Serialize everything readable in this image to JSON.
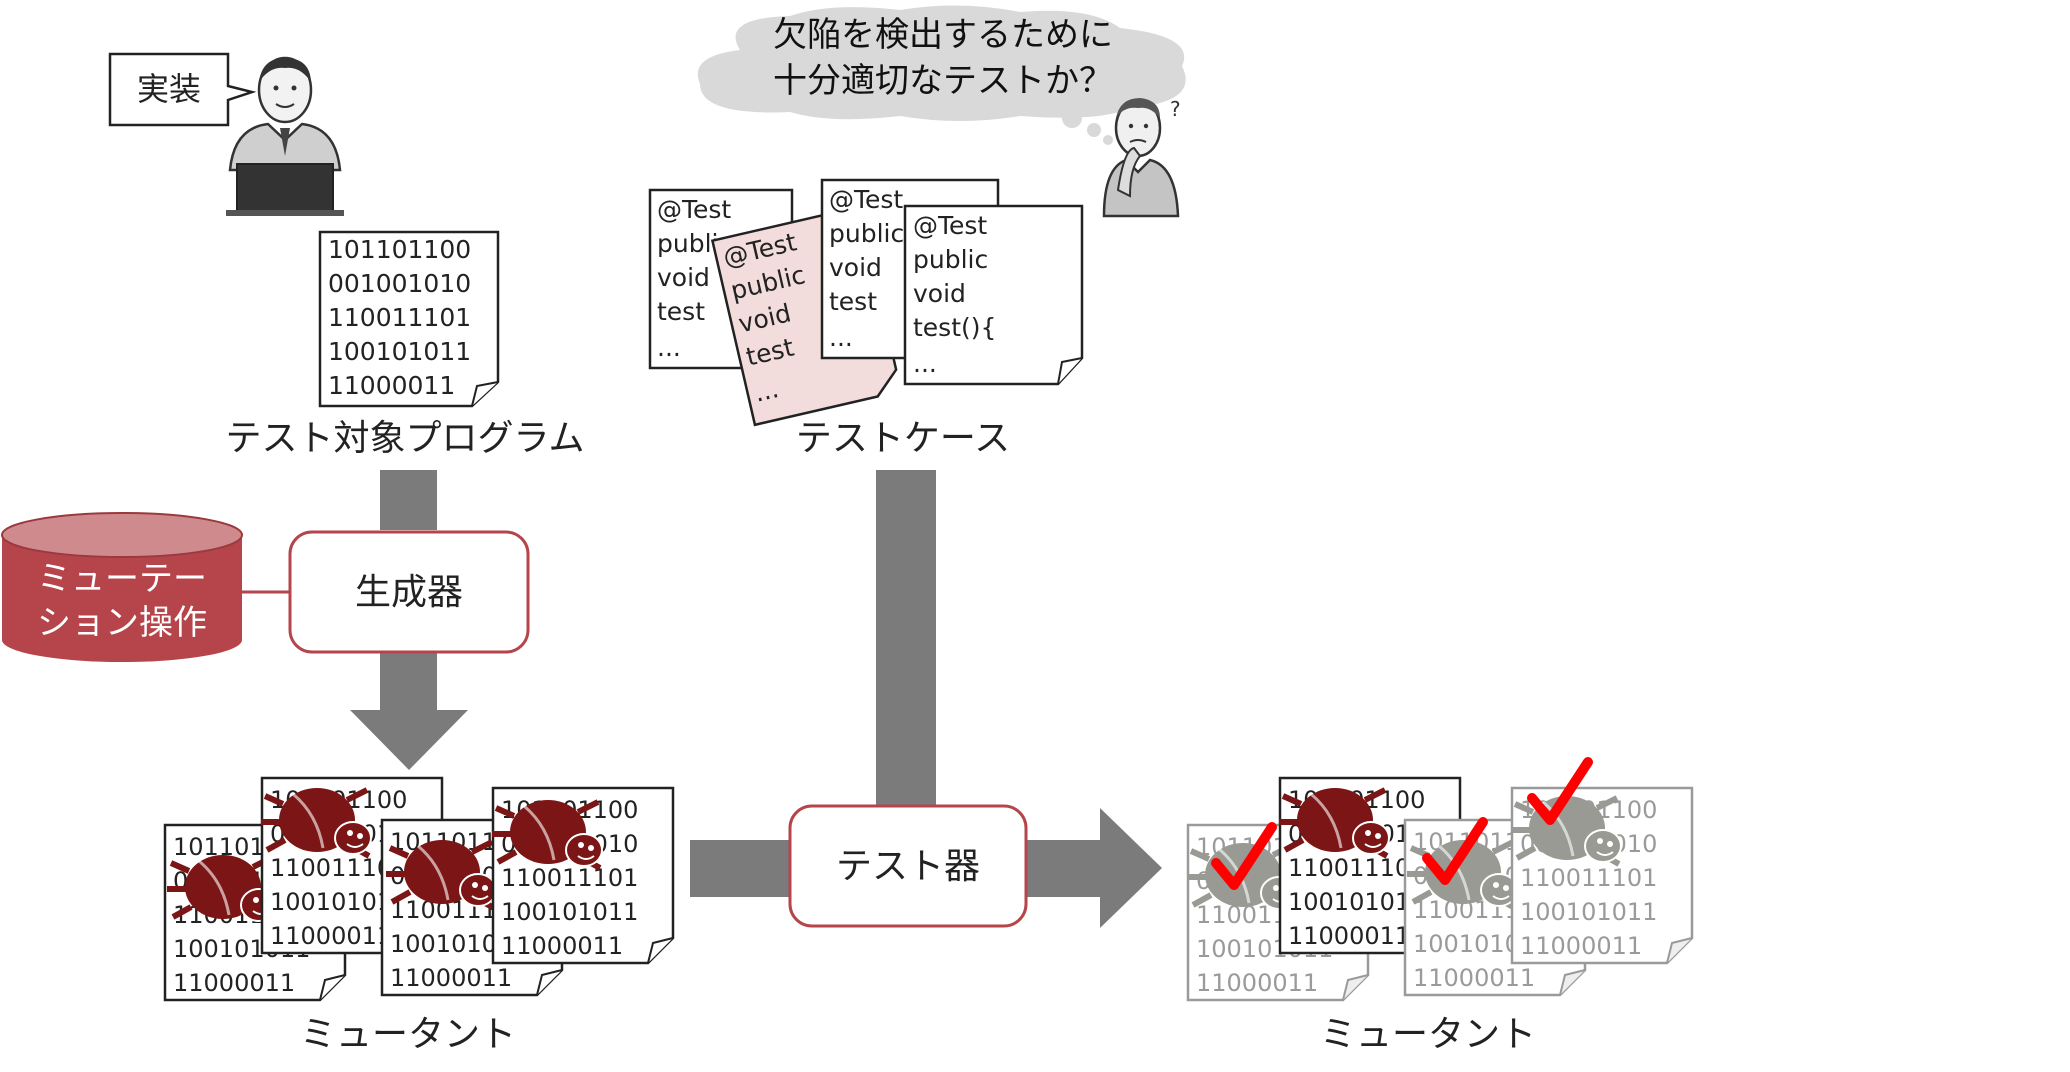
{
  "speech": {
    "implement": "実装"
  },
  "thought": {
    "line1": "欠陥を検出するために",
    "line2": "十分適切なテストか？",
    "q": "?"
  },
  "program": {
    "title": "テスト対象プログラム",
    "lines": [
      "101101100",
      "001001010",
      "110011101",
      "100101011",
      "11000011"
    ]
  },
  "testcase": {
    "title": "テストケース",
    "cards": [
      [
        "@Test",
        "public",
        "void",
        "test",
        "..."
      ],
      [
        "@Test",
        "public",
        "void",
        "test",
        "..."
      ],
      [
        "@Test",
        "public",
        "void",
        "test",
        "..."
      ],
      [
        "@Test",
        "public",
        "void",
        "test(){",
        "..."
      ]
    ]
  },
  "mutation_db": {
    "line1": "ミューテー",
    "line2": "ション操作"
  },
  "generator": {
    "label": "生成器"
  },
  "tester": {
    "label": "テスト器"
  },
  "mutants_left": {
    "title": "ミュータント"
  },
  "mutants_right": {
    "title": "ミュータント"
  },
  "colors": {
    "accent_red": "#b5454a",
    "bug_red": "#7c1515",
    "arrow_gray": "#7b7b7b",
    "check_red": "#ff0000",
    "faded_gray": "#9a9a94"
  }
}
